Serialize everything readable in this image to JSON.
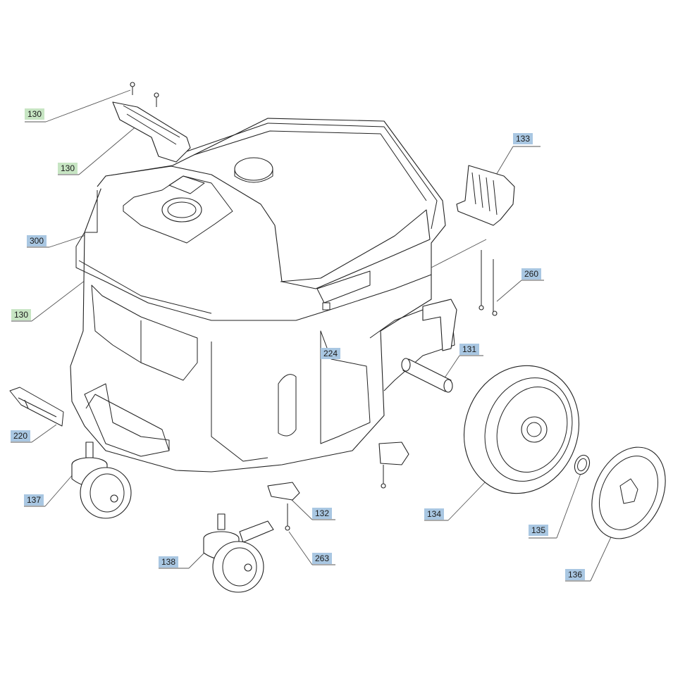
{
  "callouts": [
    {
      "id": "c1",
      "number": "130",
      "color": "green"
    },
    {
      "id": "c2",
      "number": "130",
      "color": "green"
    },
    {
      "id": "c3",
      "number": "300",
      "color": "blue"
    },
    {
      "id": "c4",
      "number": "130",
      "color": "green"
    },
    {
      "id": "c5",
      "number": "133",
      "color": "blue"
    },
    {
      "id": "c6",
      "number": "260",
      "color": "blue"
    },
    {
      "id": "c7",
      "number": "224",
      "color": "blue"
    },
    {
      "id": "c8",
      "number": "131",
      "color": "blue"
    },
    {
      "id": "c9",
      "number": "220",
      "color": "blue"
    },
    {
      "id": "c10",
      "number": "137",
      "color": "blue"
    },
    {
      "id": "c11",
      "number": "132",
      "color": "blue"
    },
    {
      "id": "c12",
      "number": "134",
      "color": "blue"
    },
    {
      "id": "c13",
      "number": "263",
      "color": "blue"
    },
    {
      "id": "c14",
      "number": "135",
      "color": "blue"
    },
    {
      "id": "c15",
      "number": "138",
      "color": "blue"
    },
    {
      "id": "c16",
      "number": "136",
      "color": "blue"
    }
  ],
  "colors": {
    "blue_label": "#a9c7e2",
    "green_label": "#c7e5c3",
    "line": "#222222"
  }
}
